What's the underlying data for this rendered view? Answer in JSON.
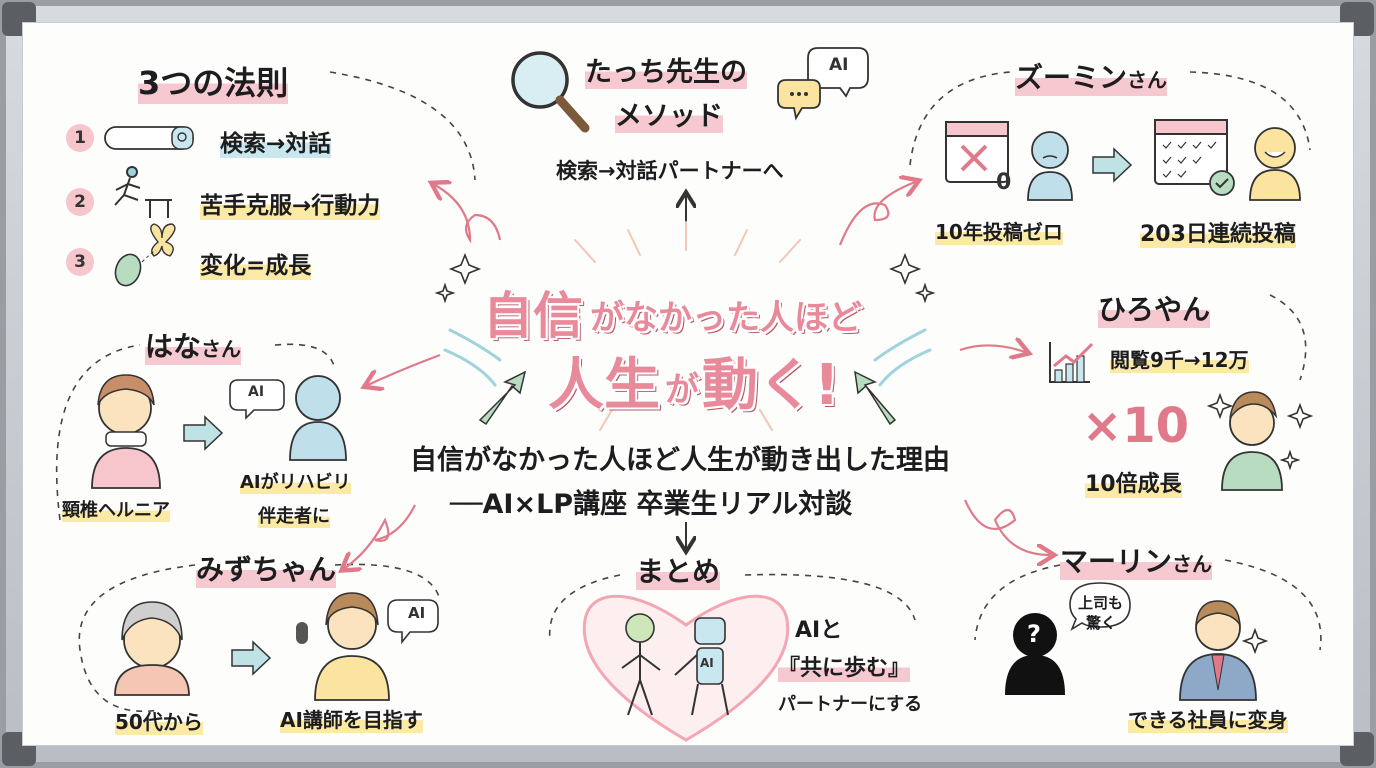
{
  "center": {
    "title_line1_a": "自信",
    "title_line1_b": "がなかった人ほど",
    "title_line2_a": "人生",
    "title_line2_b": "が",
    "title_line2_c": "動く!",
    "subtitle_line1": "自信がなかった人ほど人生が動き出した理由",
    "subtitle_line2": "──AI×LP講座 卒業生リアル対談"
  },
  "laws": {
    "title": "3つの法則",
    "items": [
      {
        "num": "1",
        "text": "検索→対話"
      },
      {
        "num": "2",
        "text": "苦手克服→行動力"
      },
      {
        "num": "3",
        "text": "変化=成長"
      }
    ]
  },
  "method": {
    "title_line1": "たっち先生の",
    "title_line2": "メソッド",
    "bubble": "AI",
    "caption": "検索→対話パートナーへ"
  },
  "zoomin": {
    "name": "ズーミン",
    "suffix": "さん",
    "calendar_zero": "0",
    "before": "10年投稿ゼロ",
    "after": "203日連続投稿"
  },
  "hiroyan": {
    "name": "ひろやん",
    "views": "閲覧9千→12万",
    "multiplier": "×10",
    "growth": "10倍成長"
  },
  "hana": {
    "name": "はな",
    "suffix": "さん",
    "bubble": "AI",
    "condition": "頸椎ヘルニア",
    "result_line1": "AIがリハビリ",
    "result_line2": "伴走者に"
  },
  "mizu": {
    "name": "みずちゃん",
    "bubble": "AI",
    "start": "50代から",
    "goal": "AI講師を目指す"
  },
  "summary": {
    "title": "まとめ",
    "robot_label": "AI",
    "line1": "AIと",
    "line2": "『共に歩む』",
    "line3": "パートナーにする"
  },
  "marin": {
    "name": "マーリン",
    "suffix": "さん",
    "question": "?",
    "bubble_line1": "上司も",
    "bubble_line2": "驚く",
    "result": "できる社員に変身"
  },
  "colors": {
    "pink": "#e98a9a",
    "blue_highlight": "#c9e7ee",
    "yellow_highlight": "#fbe9a6",
    "pink_highlight": "#f6c8cf",
    "arrow_green": "#b8dcc0",
    "arrow_pink": "#e07a8a"
  }
}
